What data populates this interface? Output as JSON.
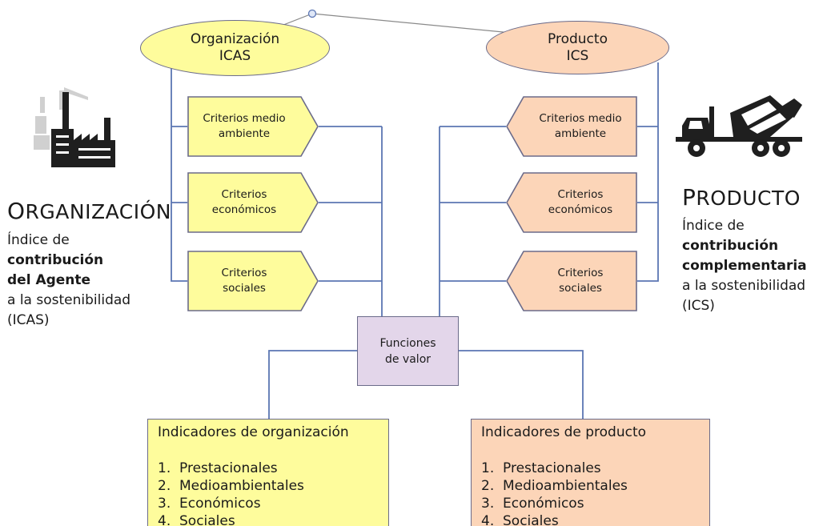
{
  "colors": {
    "yellow": "#fefc9c",
    "salmon": "#fcd5b8",
    "lilac": "#e3d6ea",
    "line": "#5b76b3",
    "border": "#6b6b8a"
  },
  "top_ellipses": {
    "left": {
      "line1": "Organización",
      "line2": "ICAS"
    },
    "right": {
      "line1": "Producto",
      "line2": "ICS"
    }
  },
  "criteria_left": [
    {
      "line1": "Criterios medio",
      "line2": "ambiente"
    },
    {
      "line1": "Criterios",
      "line2": "económicos"
    },
    {
      "line1": "Criterios",
      "line2": "sociales"
    }
  ],
  "criteria_right": [
    {
      "line1": "Criterios medio",
      "line2": "ambiente"
    },
    {
      "line1": "Criterios",
      "line2": "económicos"
    },
    {
      "line1": "Criterios",
      "line2": "sociales"
    }
  ],
  "value_functions": {
    "line1": "Funciones",
    "line2": "de valor"
  },
  "indicators_org": {
    "title": "Indicadores de organización",
    "items": [
      {
        "num": "1.",
        "label": "Prestacionales"
      },
      {
        "num": "2.",
        "label": "Medioambientales"
      },
      {
        "num": "3.",
        "label": "Económicos"
      },
      {
        "num": "4.",
        "label": "Sociales"
      }
    ]
  },
  "indicators_prod": {
    "title": "Indicadores de producto",
    "items": [
      {
        "num": "1.",
        "label": "Prestacionales"
      },
      {
        "num": "2.",
        "label": "Medioambientales"
      },
      {
        "num": "3.",
        "label": "Económicos"
      },
      {
        "num": "4.",
        "label": "Sociales"
      }
    ]
  },
  "left_panel": {
    "icon": "factory-icon",
    "heading_first": "O",
    "heading_rest": "RGANIZACIÓN",
    "line1": "Índice de",
    "line2": "contribución",
    "line3": "del Agente",
    "line4": "a la sostenibilidad",
    "line5": "(ICAS)"
  },
  "right_panel": {
    "icon": "concrete-mixer-truck-icon",
    "heading_first": "P",
    "heading_rest": "RODUCTO",
    "line1": "Índice de",
    "line2": "contribución",
    "line3": "complementaria",
    "line4": "a la sostenibilidad",
    "line5": "(ICS)"
  }
}
